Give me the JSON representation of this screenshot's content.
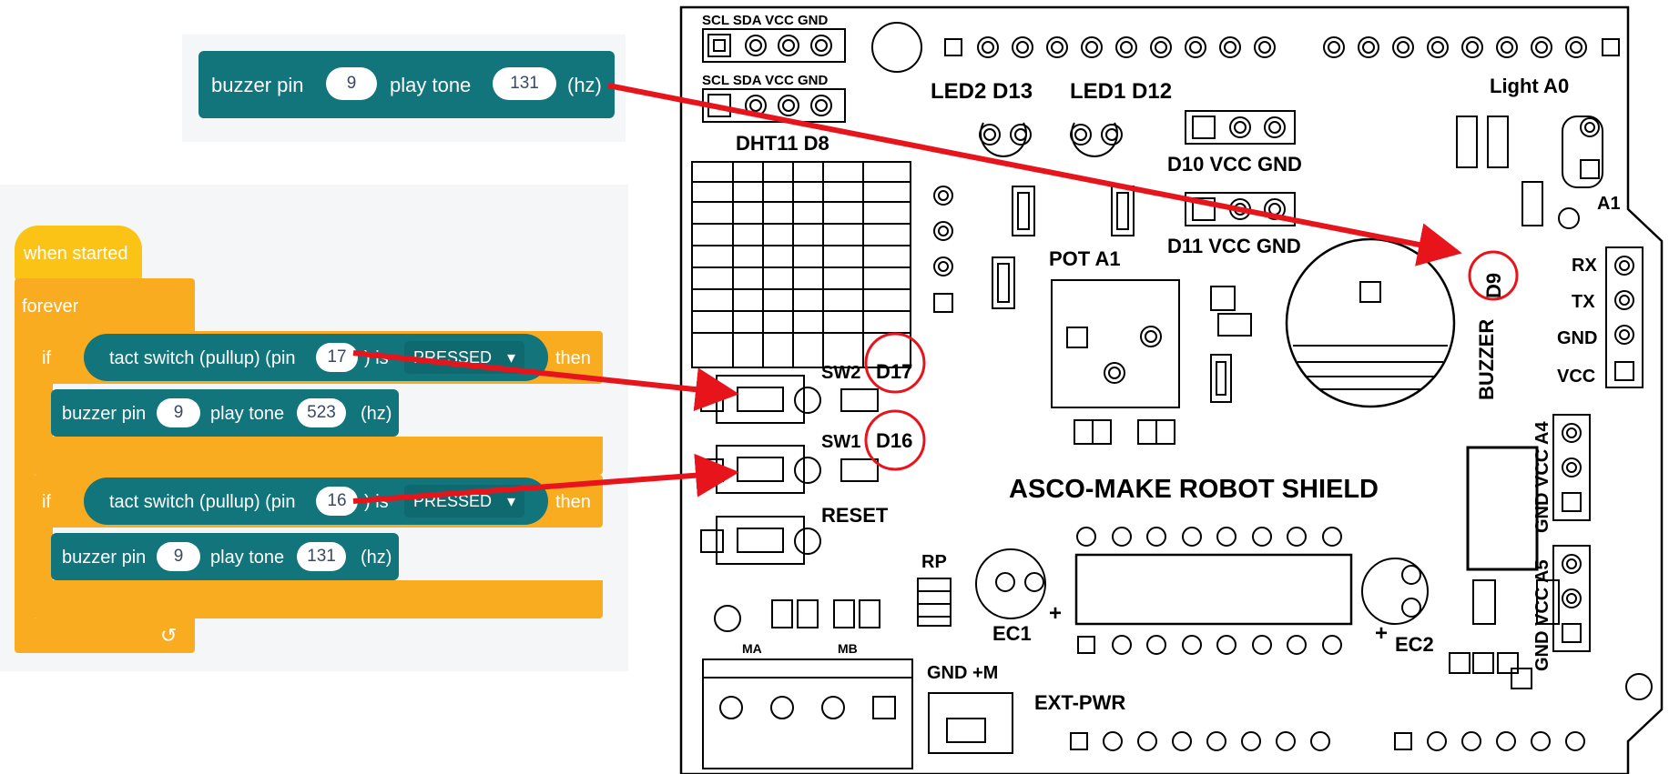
{
  "top_block": {
    "prefix": "buzzer pin",
    "pin": "9",
    "mid": "play tone",
    "tone": "131",
    "unit": "(hz)"
  },
  "program": {
    "hat": "when started",
    "loop": "forever",
    "if1": {
      "kw": "if",
      "label": "tact switch (pullup) (pin",
      "pin": "17",
      "is": ") is",
      "state": "PRESSED",
      "then": "then"
    },
    "action1": {
      "prefix": "buzzer pin",
      "pin": "9",
      "mid": "play tone",
      "tone": "523",
      "unit": "(hz)"
    },
    "if2": {
      "kw": "if",
      "label": "tact switch (pullup) (pin",
      "pin": "16",
      "is": ") is",
      "state": "PRESSED",
      "then": "then"
    },
    "action2": {
      "prefix": "buzzer pin",
      "pin": "9",
      "mid": "play tone",
      "tone": "131",
      "unit": "(hz)"
    },
    "loop_icon": "loop-arrow-icon"
  },
  "board": {
    "header1": "SCL SDA VCC GND",
    "header2": "SCL SDA VCC GND",
    "led2": "LED2 D13",
    "led1": "LED1 D12",
    "light": "Light A0",
    "dht": "DHT11 D8",
    "d10": "D10 VCC GND",
    "d11": "D11 VCC GND",
    "a1_right": "A1",
    "pot": "POT A1",
    "d9": "D9",
    "buzzer": "BUZZER",
    "rx": "RX",
    "tx": "TX",
    "gnd": "GND",
    "vcc": "VCC",
    "sw2": "SW2",
    "d17": "D17",
    "sw1": "SW1",
    "d16": "D16",
    "reset": "RESET",
    "title": "ASCO-MAKE ROBOT SHIELD",
    "a4": "GND VCC A4",
    "a5": "GND VCC A5",
    "rp": "RP",
    "ec1": "EC1",
    "ec2": "EC2",
    "ma": "MA",
    "mb": "MB",
    "gnd_m": "GND +M",
    "ext": "EXT-PWR",
    "plus": "+"
  },
  "colors": {
    "teal": "#11757b",
    "orange": "#f9ac20",
    "yellow": "#fbc316",
    "arrow": "#e8141c"
  }
}
